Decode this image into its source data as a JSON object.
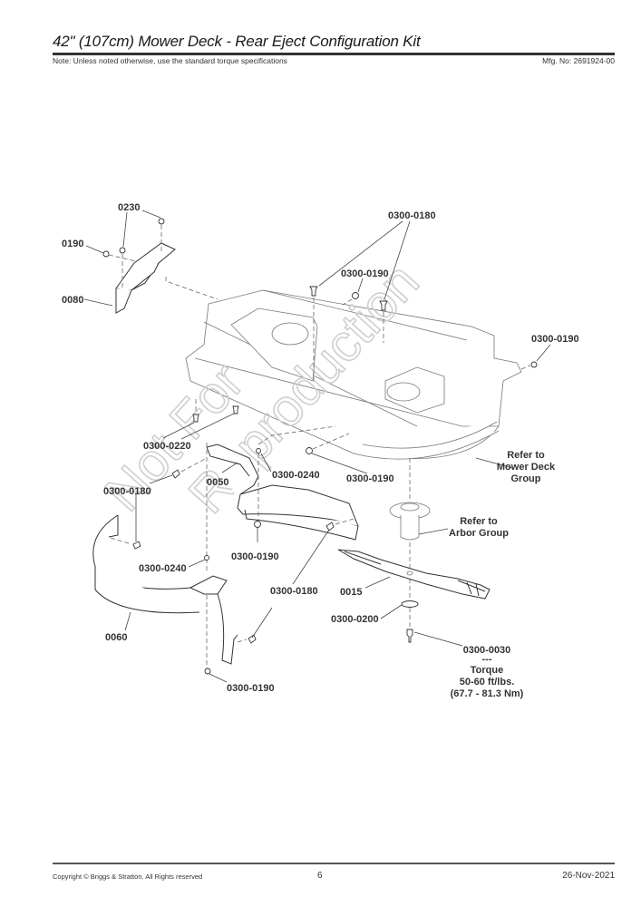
{
  "header": {
    "title": "42\" (107cm) Mower Deck - Rear Eject Configuration Kit",
    "note": "Note: Unless noted otherwise, use the standard torque specifications",
    "mfg_no": "Mfg. No: 2691924-00"
  },
  "watermark": {
    "line1": "Not For",
    "line2": "Reproduction"
  },
  "callouts": {
    "c0230": "0230",
    "c0190": "0190",
    "c0080": "0080",
    "c0300_0180_top": "0300-0180",
    "c0300_0190_top": "0300-0190",
    "c0300_0190_right": "0300-0190",
    "c0300_0220": "0300-0220",
    "c0300_0180_left": "0300-0180",
    "c0050": "0050",
    "c0300_0240_mid": "0300-0240",
    "c0300_0190_mid": "0300-0190",
    "c0300_0190_lower": "0300-0190",
    "c0300_0240_low": "0300-0240",
    "c0300_0180_low": "0300-0180",
    "c0015": "0015",
    "c0060": "0060",
    "c0300_0200": "0300-0200",
    "c0300_0190_bottom": "0300-0190",
    "c0300_0030": "0300-0030",
    "torque_sep": "---",
    "torque_label": "Torque",
    "torque_imperial": "50-60 ft/lbs.",
    "torque_metric": "(67.7 - 81.3 Nm)",
    "refer_deck_1": "Refer to",
    "refer_deck_2": "Mower Deck",
    "refer_deck_3": "Group",
    "refer_arbor_1": "Refer to",
    "refer_arbor_2": "Arbor Group"
  },
  "footer": {
    "copyright": "Copyright ©  Briggs & Stratton. All Rights reserved",
    "page": "6",
    "date": "26-Nov-2021"
  }
}
